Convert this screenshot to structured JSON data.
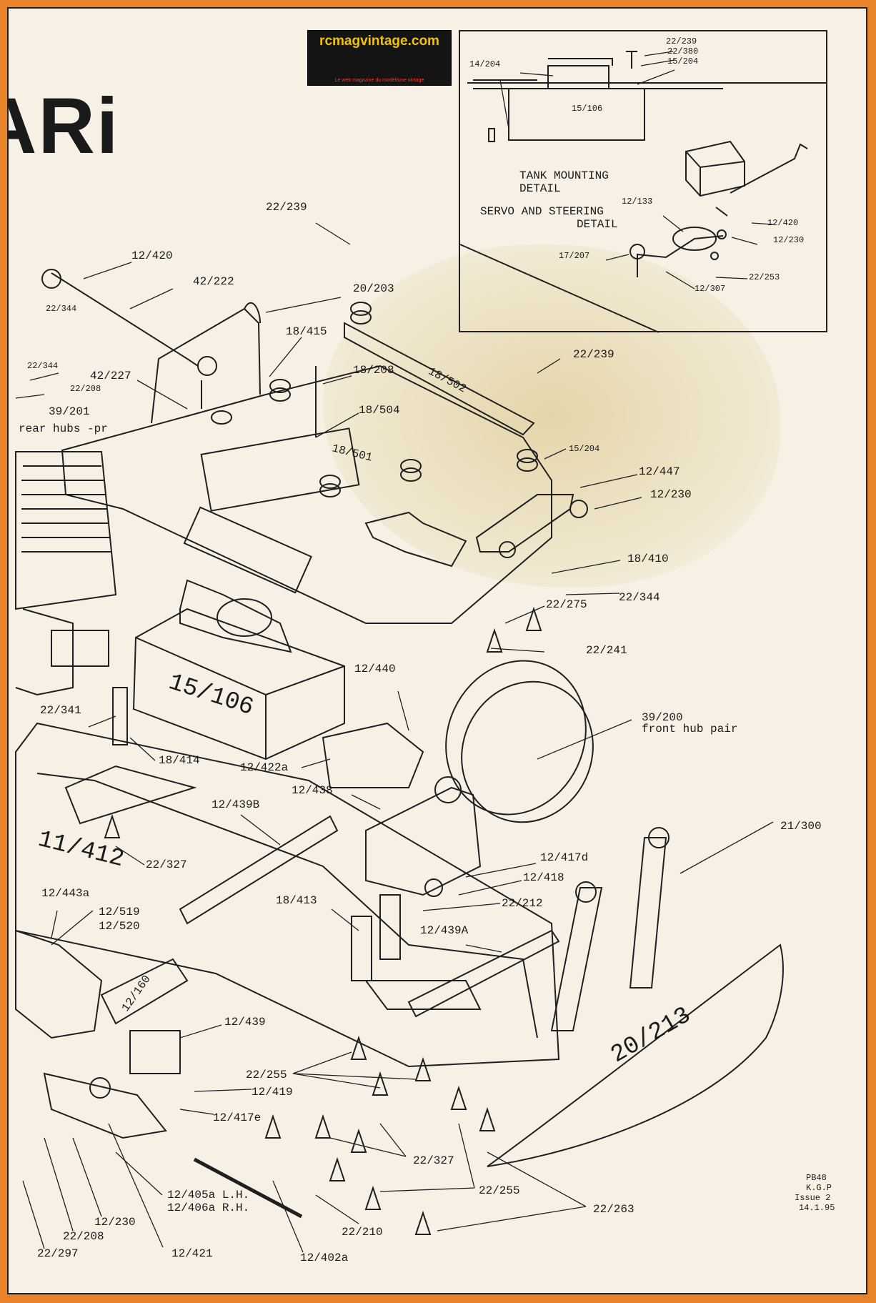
{
  "brand": {
    "logo_title": "rcmagvintage.com",
    "logo_subtitle": "Le web magazine du modélisme vintage",
    "heading_fragment": "ARi"
  },
  "detail_panel": {
    "tank_caption_1": "TANK MOUNTING",
    "tank_caption_2": "DETAIL",
    "servo_caption_1": "SERVO AND STEERING",
    "servo_caption_2": "DETAIL",
    "parts": [
      "22/239",
      "22/380",
      "15/204",
      "14/204",
      "15/106",
      "12/133",
      "12/420",
      "12/230",
      "17/207",
      "22/253",
      "12/307"
    ]
  },
  "main_parts": {
    "p_22_239_a": "22/239",
    "p_12_420": "12/420",
    "p_42_222": "42/222",
    "p_20_203": "20/203",
    "p_22_344_a": "22/344",
    "p_18_415": "18/415",
    "p_22_344_b": "22/344",
    "p_18_208": "18/208",
    "p_42_227": "42/227",
    "p_22_208_a": "22/208",
    "p_18_502": "18/502",
    "p_22_239_b": "22/239",
    "p_39_201": "39/201",
    "p_rear_hubs": "rear hubs -pr",
    "p_18_504": "18/504",
    "p_18_501": "18/501",
    "p_15_204": "15/204",
    "p_12_447": "12/447",
    "p_12_230_a": "12/230",
    "p_18_410": "18/410",
    "p_22_344_c": "22/344",
    "p_22_275": "22/275",
    "p_22_241": "22/241",
    "p_12_440": "12/440",
    "p_15_106": "15/106",
    "p_22_341": "22/341",
    "p_39_200": "39/200",
    "p_front_hub": "front hub pair",
    "p_18_414": "18/414",
    "p_12_422a": "12/422a",
    "p_12_438": "12/438",
    "p_12_439B": "12/439B",
    "p_11_412": "11/412",
    "p_21_300": "21/300",
    "p_22_327_a": "22/327",
    "p_12_417d": "12/417d",
    "p_12_418": "12/418",
    "p_12_443a": "12/443a",
    "p_18_413": "18/413",
    "p_22_212": "22/212",
    "p_12_519": "12/519",
    "p_12_520": "12/520",
    "p_12_439A": "12/439A",
    "p_12_160": "12/160",
    "p_12_439": "12/439",
    "p_20_213": "20/213",
    "p_22_255_a": "22/255",
    "p_12_419": "12/419",
    "p_12_417e": "12/417e",
    "p_22_327_b": "22/327",
    "p_22_255_b": "22/255",
    "p_22_263": "22/263",
    "p_12_405a": "12/405a  L.H.",
    "p_12_406a": "12/406a  R.H.",
    "p_12_230_b": "12/230",
    "p_22_208_b": "22/208",
    "p_22_210": "22/210",
    "p_22_297": "22/297",
    "p_12_421": "12/421",
    "p_12_402a": "12/402a"
  },
  "footer": {
    "code_1": "PB48",
    "code_2": "K.G.P",
    "code_3": "Issue 2",
    "code_4": "14.1.95"
  }
}
